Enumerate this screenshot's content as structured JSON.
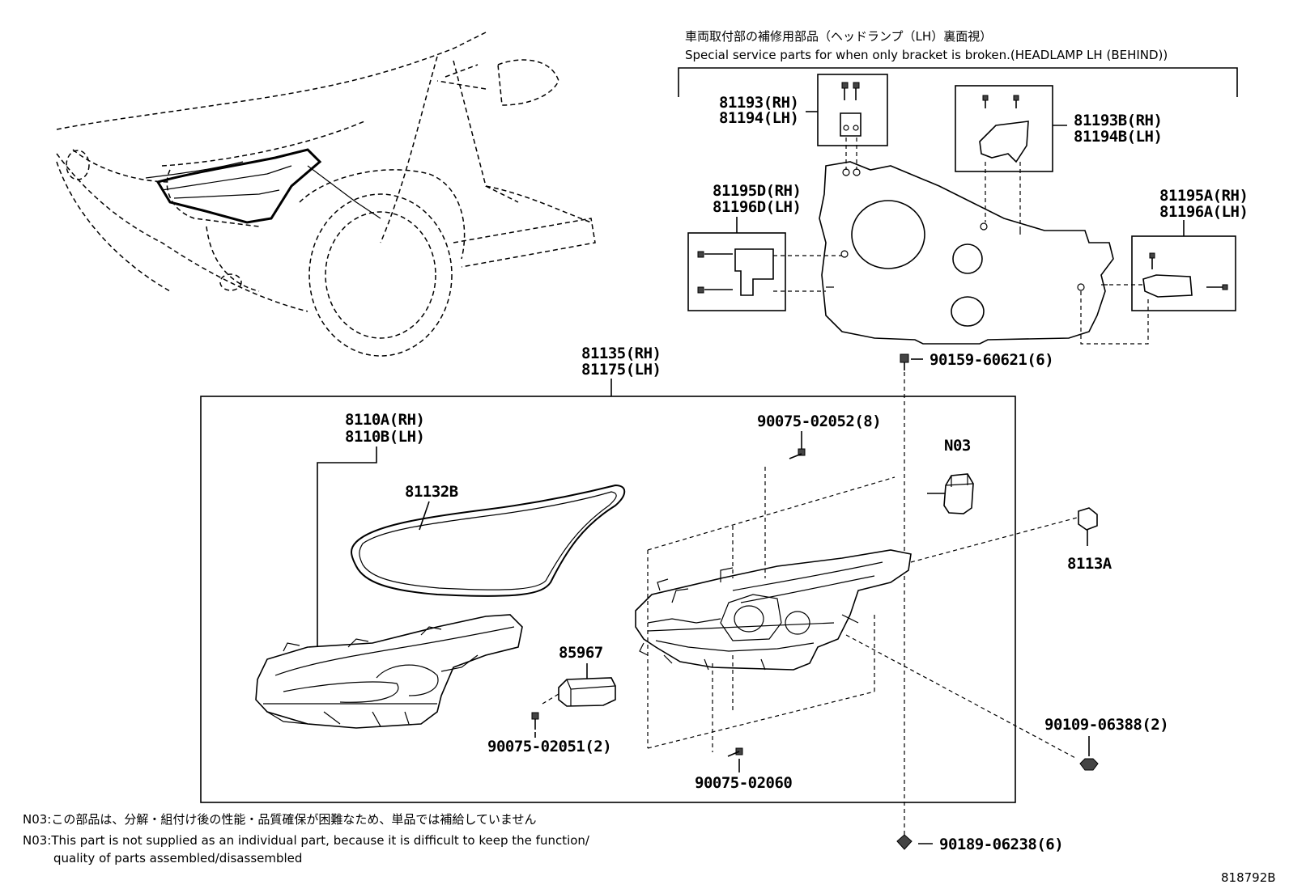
{
  "header": {
    "jp": "車両取付部の補修用部品（ヘッドランプ（LH）裏面視）",
    "en": "Special service parts for when only bracket is broken.(HEADLAMP LH (BEHIND))"
  },
  "parts": {
    "p81193": "81193(RH)",
    "p81194": "81194(LH)",
    "p81193B": "81193B(RH)",
    "p81194B": "81194B(LH)",
    "p81195D": "81195D(RH)",
    "p81196D": "81196D(LH)",
    "p81195A": "81195A(RH)",
    "p81196A": "81196A(LH)",
    "p90159": "90159-60621(6)",
    "p81135": "81135(RH)",
    "p81175": "81175(LH)",
    "p8110A": "8110A(RH)",
    "p8110B": "8110B(LH)",
    "p81132B": "81132B",
    "p90075_02052": "90075-02052(8)",
    "pN03": "N03",
    "p8113A": "8113A",
    "p85967": "85967",
    "p90075_02051": "90075-02051(2)",
    "p90075_02060": "90075-02060",
    "p90109": "90109-06388(2)",
    "p90189": "90189-06238(6)"
  },
  "notes": {
    "n1": "N03:この部品は、分解・組付け後の性能・品質確保が困難なため、単品では補給していません",
    "n2": "N03:This part is not supplied as an individual part, because it is difficult to keep the function/",
    "n3": "quality of parts assembled/disassembled"
  },
  "figure_id": "818792B"
}
